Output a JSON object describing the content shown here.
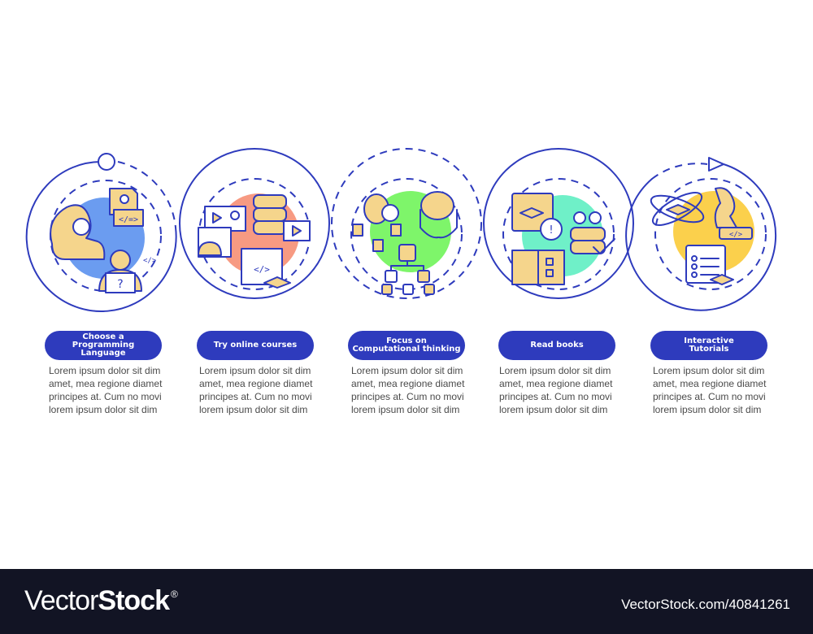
{
  "colors": {
    "line": "#2e3bbd",
    "pill_bg": "#2e3bbd",
    "icon_fill": "#f5d58c",
    "step_1_blob": "#6b9cf0",
    "step_2_blob": "#f79a82",
    "step_3_blob": "#7ef56a",
    "step_4_blob": "#6ff0c8",
    "step_5_blob": "#fbd04c",
    "footer_bg": "#121424"
  },
  "steps": [
    {
      "title": "Choose a\nProgramming\nLanguage",
      "icon": "programmer-confused-icon",
      "description": "Lorem ipsum dolor sit dim\namet, mea regione diamet\nprincipes at. Cum no movi\nlorem ipsum dolor sit dim"
    },
    {
      "title": "Try online courses",
      "icon": "online-courses-icon",
      "description": "Lorem ipsum dolor sit dim\namet, mea regione diamet\nprincipes at. Cum no movi\nlorem ipsum dolor sit dim"
    },
    {
      "title": "Focus on\nComputational thinking",
      "icon": "computational-thinking-icon",
      "description": "Lorem ipsum dolor sit dim\namet, mea regione diamet\nprincipes at. Cum no movi\nlorem ipsum dolor sit dim"
    },
    {
      "title": "Read books",
      "icon": "read-books-icon",
      "description": "Lorem ipsum dolor sit dim\namet, mea regione diamet\nprincipes at. Cum no movi\nlorem ipsum dolor sit dim"
    },
    {
      "title": "Interactive\nTutorials",
      "icon": "interactive-tutorials-icon",
      "description": "Lorem ipsum dolor sit dim\namet, mea regione diamet\nprincipes at. Cum no movi\nlorem ipsum dolor sit dim"
    }
  ],
  "footer": {
    "brand_regular": "Vector",
    "brand_bold": "Stock",
    "registered": "®",
    "reference": "VectorStock.com/40841261"
  }
}
